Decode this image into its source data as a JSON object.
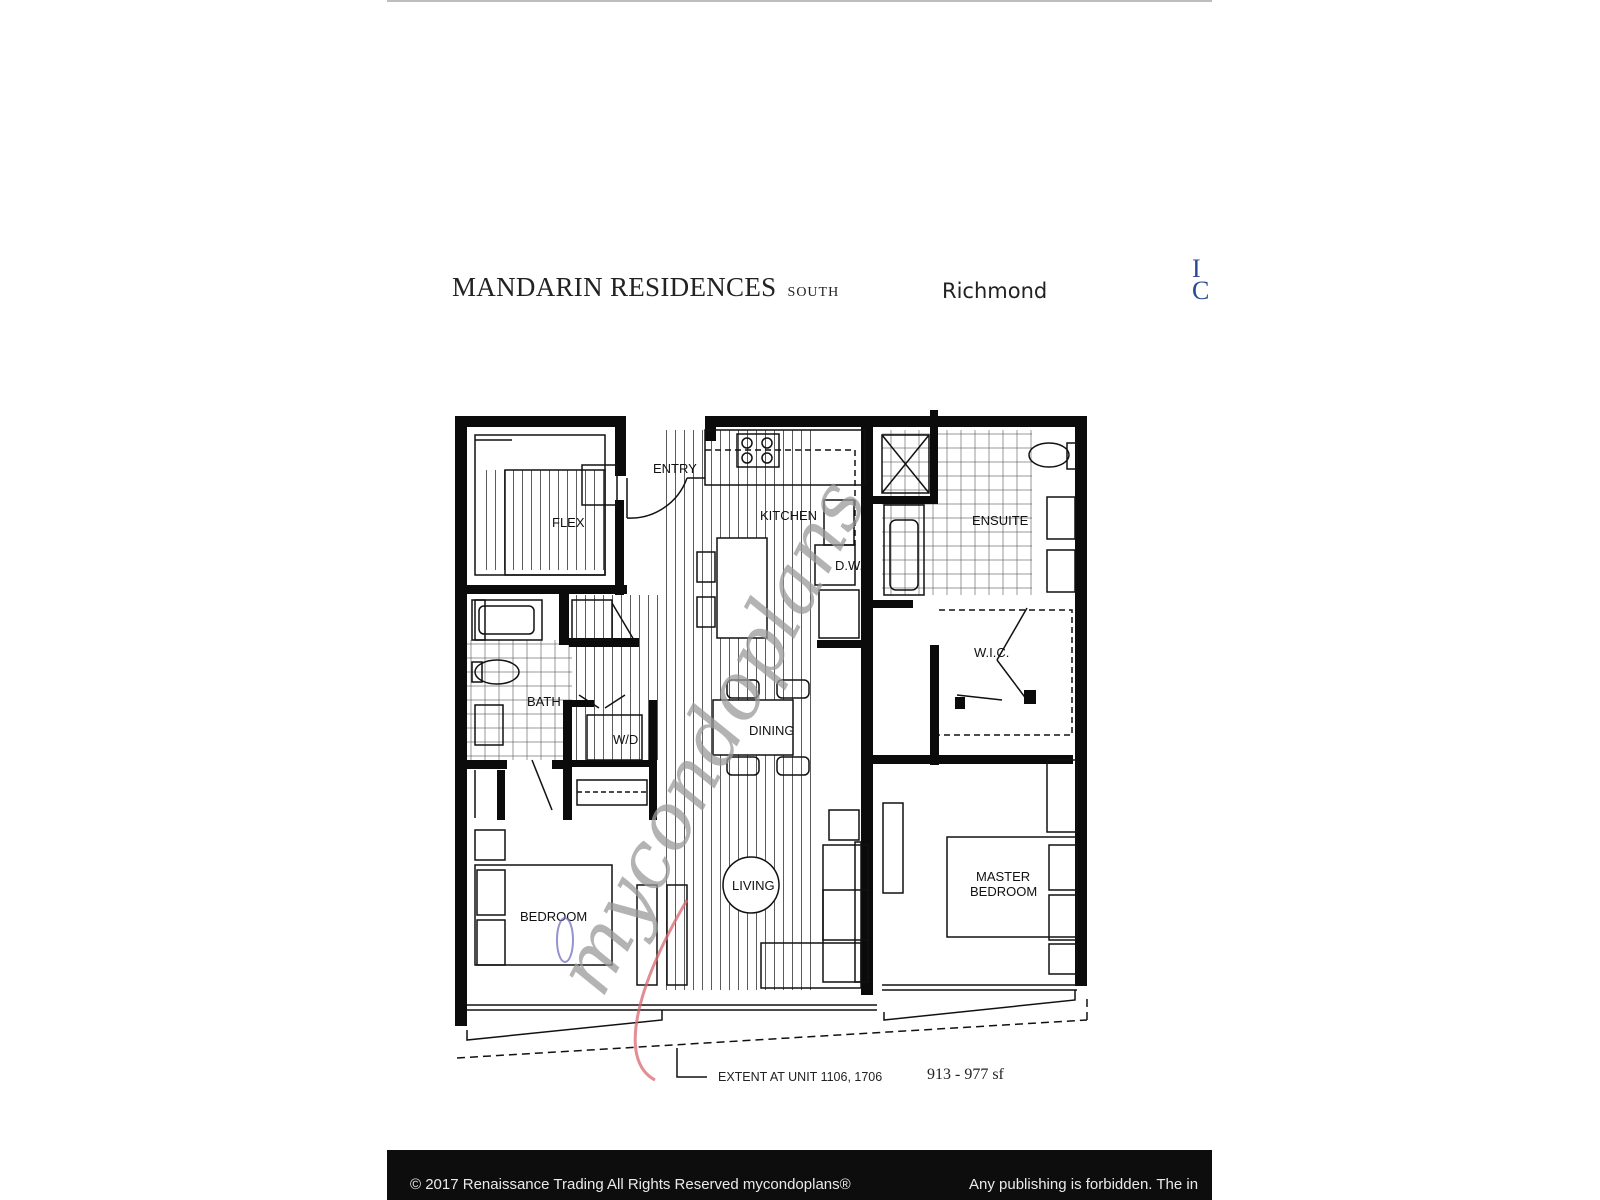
{
  "header": {
    "project_name": "MANDARIN RESIDENCES",
    "project_suffix": "SOUTH",
    "city": "Richmond",
    "logo_fragment": "I C"
  },
  "rooms": {
    "flex": "FLEX",
    "entry": "ENTRY",
    "kitchen": "KITCHEN",
    "dw": "D.W.",
    "ensuite": "ENSUITE",
    "wic": "W.I.C.",
    "bath": "BATH",
    "wd": "W/D",
    "dining": "DINING",
    "living": "LIVING",
    "bedroom": "BEDROOM",
    "master_line1": "MASTER",
    "master_line2": "BEDROOM"
  },
  "plan_notes": {
    "extent": "EXTENT AT UNIT 1106, 1706",
    "area": "913 - 977 sf"
  },
  "watermark": {
    "text": "mycondoplans"
  },
  "footer": {
    "copyright": "© 2017  Renaissance Trading  All Rights Reserved  mycondoplans®",
    "notice": "Any publishing is forbidden.  The in"
  },
  "colors": {
    "wall": "#0b0b0b",
    "watermark_red": "#d9686e",
    "watermark_grey": "#9a9a9a",
    "logo_blue": "#2b4a8f",
    "footer_bg": "#0d0d0d"
  }
}
